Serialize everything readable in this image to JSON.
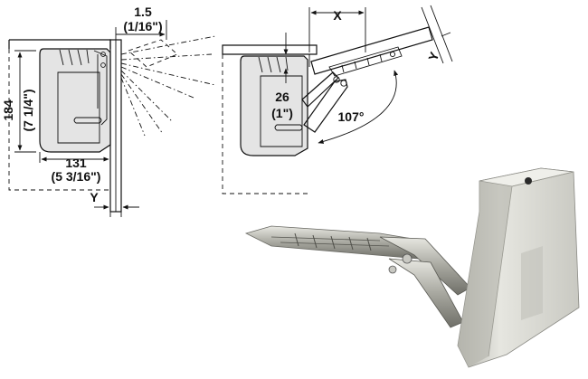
{
  "labels": {
    "gap_mm": "1.5",
    "gap_in": "(1/16\")",
    "height_mm": "184",
    "height_in": "(7 1/4\")",
    "depth_mm": "131",
    "depth_in": "(5 3/16\")",
    "y_left": "Y",
    "x_top": "X",
    "y_right": "Y",
    "arm_mm": "26",
    "arm_in": "(1\")",
    "angle": "107°"
  },
  "colors": {
    "line": "#111111",
    "housing_shade": "#e4e4e4",
    "metal_light": "#d8d8d2",
    "metal_dark": "#8a8a84",
    "housing_cover": "#d2d2cc"
  }
}
